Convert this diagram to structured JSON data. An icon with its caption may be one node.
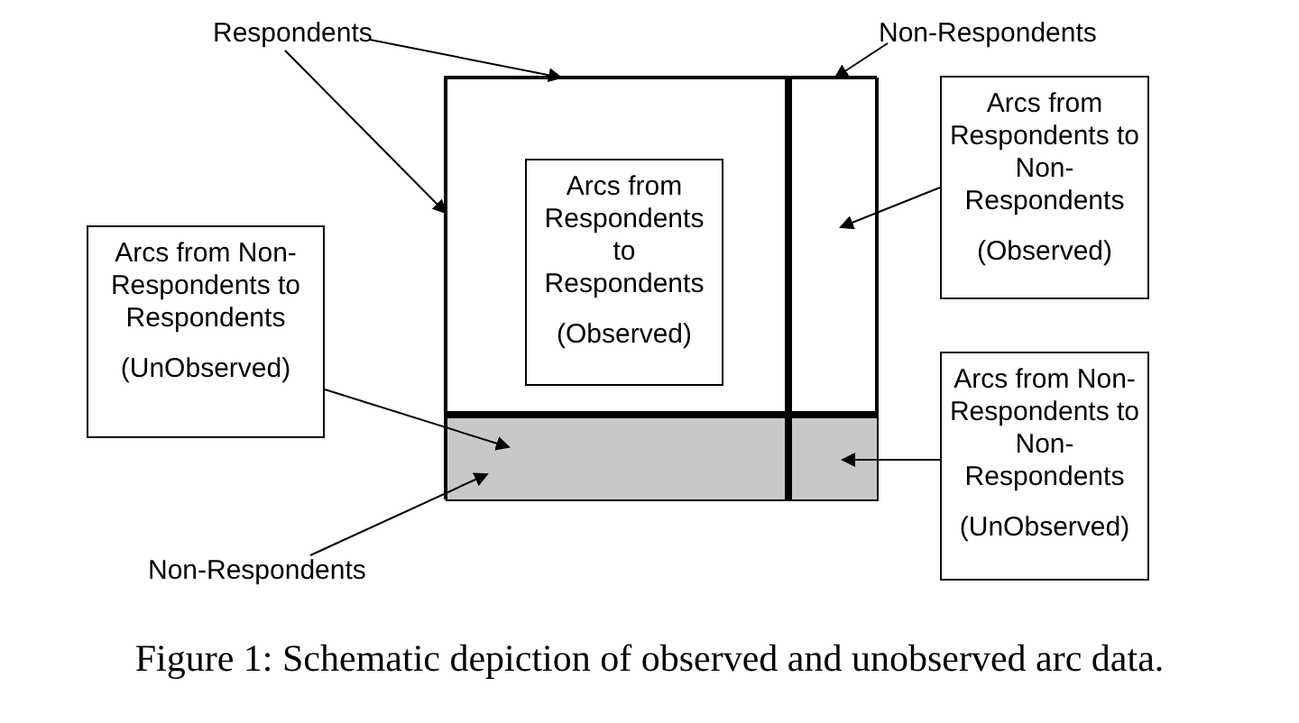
{
  "diagram": {
    "caption": "Figure 1: Schematic depiction of observed and unobserved arc data.",
    "nodes": [
      {
        "text": [
          "Respondents"
        ]
      },
      {
        "text": [
          "Non-Respondents"
        ]
      },
      {
        "text": [],
        "shape": "box"
      },
      {
        "text": [],
        "shape": "box",
        "in": 2
      },
      {
        "text": [],
        "shape": "box",
        "in": 2
      },
      {
        "text": [],
        "shape": "box",
        "in": 2
      },
      {
        "text": [],
        "shape": "box",
        "in": 2
      },
      {
        "text": [
          "Arcs from Respondents to Respondents",
          "(Observed)"
        ],
        "in": 3
      },
      {
        "text": [
          "Arcs from Respondents to Non-Respondents",
          "(Observed)"
        ]
      },
      {
        "text": [
          "Arcs from Non-Respondents to Respondents",
          "(UnObserved)"
        ]
      },
      {
        "text": [
          "Arcs from Non-Respondents to Non-Respondents",
          "(UnObserved)"
        ]
      },
      {
        "text": [
          "Non-Respondents"
        ]
      }
    ],
    "edges": [
      {
        "from": 0,
        "to": 3,
        "arrow": "to"
      },
      {
        "from": 0,
        "to": 3,
        "arrow": "to"
      },
      {
        "from": 1,
        "to": 4,
        "arrow": "to"
      },
      {
        "from": 8,
        "to": 4,
        "arrow": "to"
      },
      {
        "from": 9,
        "to": 5,
        "arrow": "to"
      },
      {
        "from": 11,
        "to": 5,
        "arrow": "to"
      },
      {
        "from": 10,
        "to": 6,
        "arrow": "to"
      }
    ]
  }
}
